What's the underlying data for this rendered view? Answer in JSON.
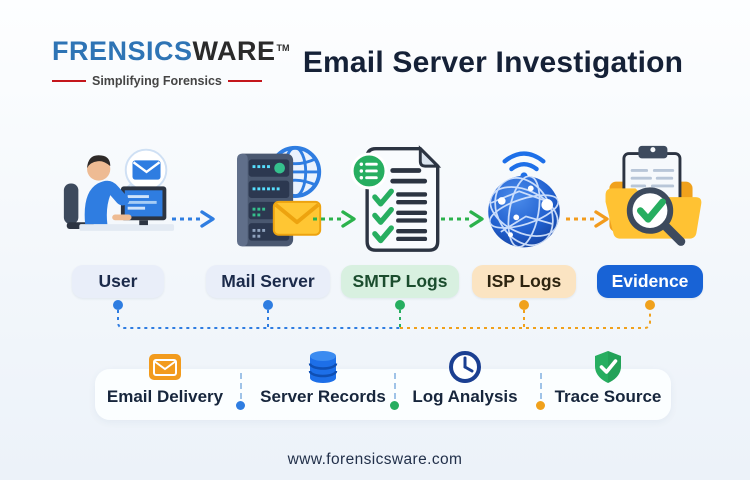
{
  "logo": {
    "part1": "F",
    "part2": "RENSICS",
    "part3": "WARE",
    "trademark": "TM",
    "tagline": "Simplifying Forensics",
    "brand_blue": "#2e74b5",
    "brand_dark": "#2a2a2a",
    "accent_red": "#c4161c"
  },
  "header": {
    "title": "Email Server Investigation",
    "title_color": "#152137"
  },
  "flow": {
    "steps": [
      {
        "label": "User",
        "icon": "user-at-computer-icon",
        "pill_bg": "#e9eef9",
        "pill_text_color": "#1b2a4a",
        "dot_color": "#2f7de1"
      },
      {
        "label": "Mail Server",
        "icon": "mail-server-icon",
        "pill_bg": "#e9eef9",
        "pill_text_color": "#1b2a4a",
        "dot_color": "#2f7de1"
      },
      {
        "label": "SMTP Logs",
        "icon": "smtp-logs-document-icon",
        "pill_bg": "#d8f0e0",
        "pill_text_color": "#1b4d2e",
        "dot_color": "#27ae60"
      },
      {
        "label": "ISP Logs",
        "icon": "isp-network-globe-icon",
        "pill_bg": "#fbe4c2",
        "pill_text_color": "#2d2410",
        "dot_color": "#f0a11c"
      },
      {
        "label": "Evidence",
        "icon": "evidence-folder-icon",
        "pill_bg": "#1863d6",
        "pill_text_color": "#ffffff",
        "dot_color": "#f0a11c"
      }
    ],
    "arrows": [
      {
        "from": "User",
        "to": "Mail Server",
        "color": "#2f7de1",
        "style": "dashed"
      },
      {
        "from": "Mail Server",
        "to": "SMTP Logs",
        "color": "#2bb24c",
        "style": "dashed"
      },
      {
        "from": "SMTP Logs",
        "to": "ISP Logs",
        "color": "#2bb24c",
        "style": "dashed"
      },
      {
        "from": "ISP Logs",
        "to": "Evidence",
        "color": "#f29b1d",
        "style": "dashed"
      }
    ],
    "connector_colors": {
      "left_segment": "#2f7de1",
      "middle_drop": "#27ae60",
      "right_segment": "#f0a11c"
    }
  },
  "legend": {
    "items": [
      {
        "label": "Email Delivery",
        "icon": "email-envelope-icon",
        "color": "#f29b1d"
      },
      {
        "label": "Server Records",
        "icon": "database-icon",
        "color": "#1d6fe8"
      },
      {
        "label": "Log Analysis",
        "icon": "clock-icon",
        "color": "#1b3f91"
      },
      {
        "label": "Trace Source",
        "icon": "shield-check-icon",
        "color": "#27ae60"
      }
    ],
    "separator_dot_colors": [
      "#2f7de1",
      "#27ae60",
      "#f0a11c"
    ]
  },
  "footer": {
    "url": "www.forensicsware.com"
  }
}
